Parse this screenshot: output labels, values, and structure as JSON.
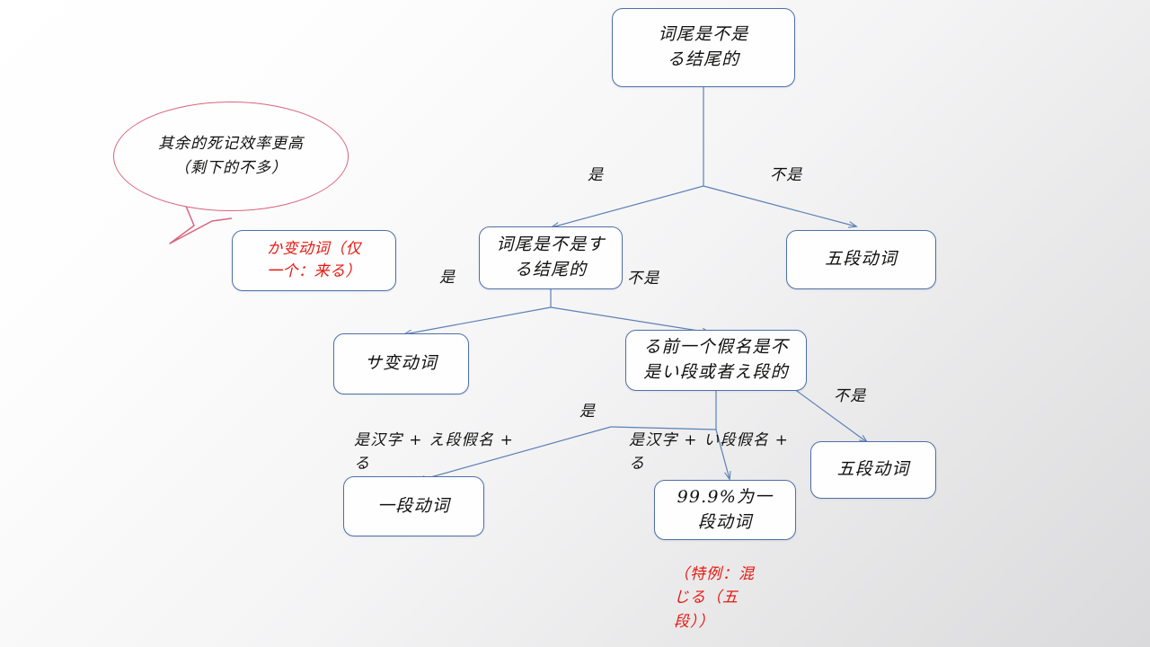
{
  "diagram": {
    "title_node": {
      "text": "词尾是不是\nる结尾的"
    },
    "nodes": [
      {
        "id": "root",
        "text": "词尾是不是\nる结尾的"
      },
      {
        "id": "su_check",
        "text": "词尾是不是す\nる结尾的"
      },
      {
        "id": "godan1",
        "text": "五段动词"
      },
      {
        "id": "sahen",
        "text": "サ变动词"
      },
      {
        "id": "kana_check",
        "text": "る前一个假名是不\n是い段或者え段的"
      },
      {
        "id": "ichidan",
        "text": "一段动词"
      },
      {
        "id": "mostly",
        "text": "99.9%为一\n段动词"
      },
      {
        "id": "godan2",
        "text": "五段动词"
      },
      {
        "id": "kahen",
        "text": "か变动词（仅\n一个：来る）"
      }
    ],
    "edge_labels": [
      {
        "id": "l1-yes",
        "text": "是"
      },
      {
        "id": "l1-no",
        "text": "不是"
      },
      {
        "id": "l2-yes",
        "text": "是"
      },
      {
        "id": "l2-no",
        "text": "不是"
      },
      {
        "id": "l3-yes",
        "text": "是"
      },
      {
        "id": "l3-no",
        "text": "不是"
      },
      {
        "id": "l4-e",
        "text": "是汉字 + え段假名 +\nる"
      },
      {
        "id": "l4-i",
        "text": "是汉字 + い段假名 +\nる"
      }
    ],
    "callout": {
      "text": "其余的死记效率更高\n（剩下的不多）"
    },
    "footnote": {
      "text": "（特例：混\nじる（五\n段））"
    }
  },
  "colors": {
    "box_border": "#4f6fa8",
    "connector": "#5b80b4",
    "bubble_border": "#d9647f",
    "red_text": "#e8170f",
    "body_text": "#10100f"
  }
}
